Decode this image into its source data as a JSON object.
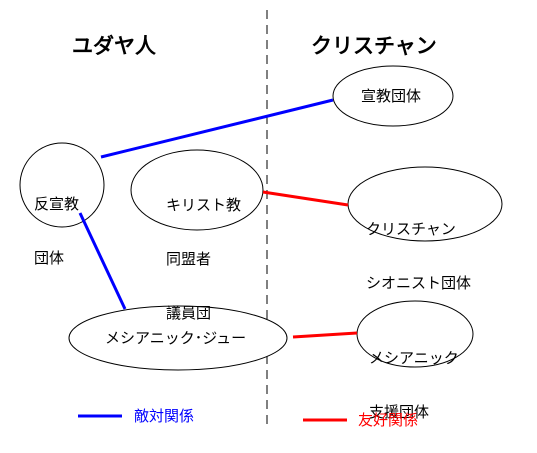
{
  "headers": {
    "left": "ユダヤ人",
    "right": "クリスチャン"
  },
  "nodes": {
    "anti_mission": {
      "line1": "反宣教",
      "line2": "団体"
    },
    "christian_alliance": {
      "line1": "キリスト教",
      "line2": "同盟者",
      "line3": "議員団"
    },
    "messianic_jew": {
      "label": "メシアニック･ジュー"
    },
    "mission": {
      "label": "宣教団体"
    },
    "christian_zionist": {
      "line1": "クリスチャン",
      "line2": "シオニスト団体"
    },
    "messianic_support": {
      "line1": "メシアニック",
      "line2": "支援団体"
    }
  },
  "legend": {
    "hostile": {
      "label": "敵対関係",
      "color": "#0000ff"
    },
    "friendly": {
      "label": "友好関係",
      "color": "#ff0000"
    }
  }
}
